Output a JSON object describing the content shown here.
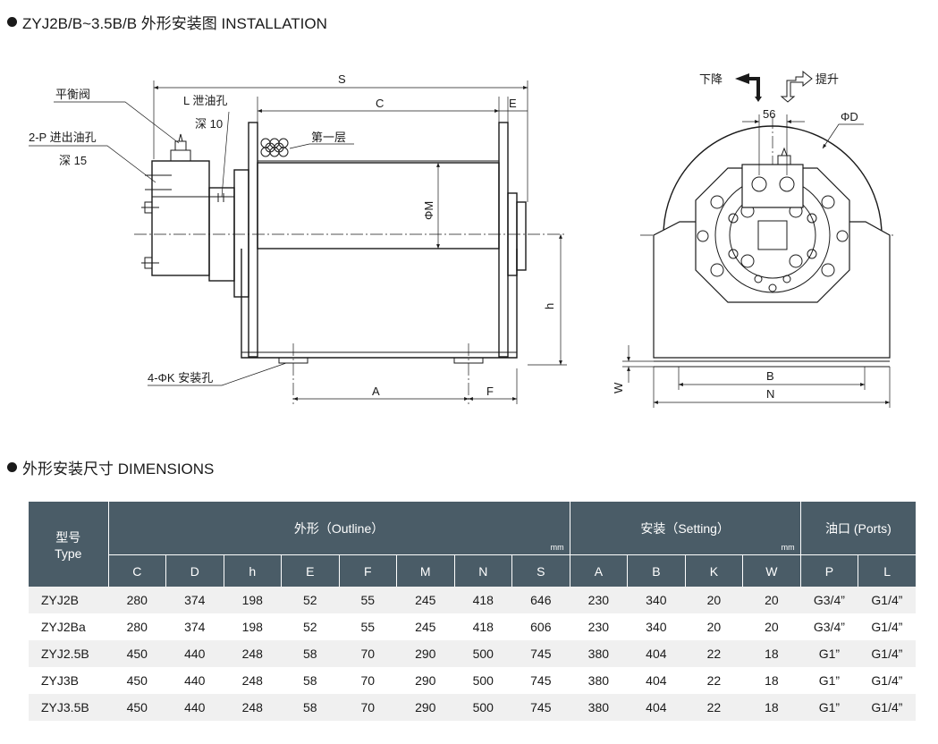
{
  "section1": {
    "title": "ZYJ2B/B~3.5B/B 外形安装图 INSTALLATION"
  },
  "section2": {
    "title": "外形安装尺寸 DIMENSIONS"
  },
  "drawing_labels": {
    "S": "S",
    "C": "C",
    "E": "E",
    "L": "L 泄油孔",
    "L_depth": "深 10",
    "valve": "平衡阀",
    "ports": "2-P 进出油孔",
    "ports_depth": "深 15",
    "first_layer": "第一层",
    "phiM": "ΦM",
    "h": "h",
    "mount_holes": "4-ΦK 安装孔",
    "A": "A",
    "F": "F",
    "down": "下降",
    "up": "提升",
    "56": "56",
    "phiD": "ΦD",
    "B": "B",
    "N": "N",
    "W": "W"
  },
  "table": {
    "type_header": [
      "型号",
      "Type"
    ],
    "group_outline": "外形（Outline）",
    "group_setting": "安装（Setting）",
    "group_ports": "油口 (Ports)",
    "unit": "mm",
    "columns": [
      "C",
      "D",
      "h",
      "E",
      "F",
      "M",
      "N",
      "S",
      "A",
      "B",
      "K",
      "W",
      "P",
      "L"
    ],
    "rows": [
      {
        "type": "ZYJ2B",
        "values": [
          "280",
          "374",
          "198",
          "52",
          "55",
          "245",
          "418",
          "646",
          "230",
          "340",
          "20",
          "20",
          "G3/4”",
          "G1/4”"
        ]
      },
      {
        "type": "ZYJ2Ba",
        "values": [
          "280",
          "374",
          "198",
          "52",
          "55",
          "245",
          "418",
          "606",
          "230",
          "340",
          "20",
          "20",
          "G3/4”",
          "G1/4”"
        ]
      },
      {
        "type": "ZYJ2.5B",
        "values": [
          "450",
          "440",
          "248",
          "58",
          "70",
          "290",
          "500",
          "745",
          "380",
          "404",
          "22",
          "18",
          "G1”",
          "G1/4”"
        ]
      },
      {
        "type": "ZYJ3B",
        "values": [
          "450",
          "440",
          "248",
          "58",
          "70",
          "290",
          "500",
          "745",
          "380",
          "404",
          "22",
          "18",
          "G1”",
          "G1/4”"
        ]
      },
      {
        "type": "ZYJ3.5B",
        "values": [
          "450",
          "440",
          "248",
          "58",
          "70",
          "290",
          "500",
          "745",
          "380",
          "404",
          "22",
          "18",
          "G1”",
          "G1/4”"
        ]
      }
    ]
  },
  "colors": {
    "header_bg": "#4a5c67",
    "row_alt": "#f0f0f0",
    "ink": "#1a1a1a"
  }
}
